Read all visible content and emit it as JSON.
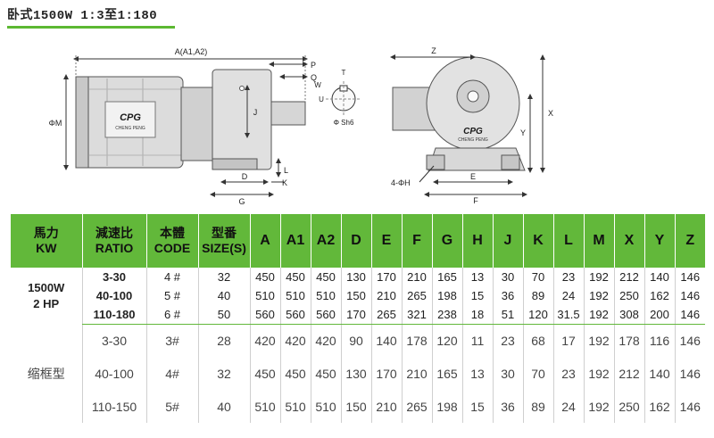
{
  "title": "卧式1500W 1:3至1:180",
  "drawing": {
    "labels": {
      "a": "A(A1,A2)",
      "phi_m": "ΦM",
      "j": "J",
      "d": "D",
      "g": "G",
      "k": "K",
      "l": "L",
      "p": "P",
      "q": "Q",
      "t": "T",
      "w": "W",
      "u": "U",
      "phi_s": "Φ Sh6",
      "z": "Z",
      "x": "X",
      "y": "Y",
      "e": "E",
      "f": "F",
      "hole": "4-ΦH"
    },
    "brand": "CPG",
    "brand_sub": "CHENG PENG"
  },
  "table": {
    "headers": [
      {
        "cn": "馬力",
        "en": "KW"
      },
      {
        "cn": "減速比",
        "en": "RATIO"
      },
      {
        "cn": "本體",
        "en": "CODE"
      },
      {
        "cn": "型番",
        "en": "SIZE(S)"
      },
      {
        "en": "A"
      },
      {
        "en": "A1"
      },
      {
        "en": "A2"
      },
      {
        "en": "D"
      },
      {
        "en": "E"
      },
      {
        "en": "F"
      },
      {
        "en": "G"
      },
      {
        "en": "H"
      },
      {
        "en": "J"
      },
      {
        "en": "K"
      },
      {
        "en": "L"
      },
      {
        "en": "M"
      },
      {
        "en": "X"
      },
      {
        "en": "Y"
      },
      {
        "en": "Z"
      }
    ],
    "group1": {
      "label_line1": "1500W",
      "label_line2": "2 HP",
      "rows": [
        [
          "3-30",
          "4 #",
          "32",
          "450",
          "450",
          "450",
          "130",
          "170",
          "210",
          "165",
          "13",
          "30",
          "70",
          "23",
          "192",
          "212",
          "140",
          "146"
        ],
        [
          "40-100",
          "5 #",
          "40",
          "510",
          "510",
          "510",
          "150",
          "210",
          "265",
          "198",
          "15",
          "36",
          "89",
          "24",
          "192",
          "250",
          "162",
          "146"
        ],
        [
          "110-180",
          "6 #",
          "50",
          "560",
          "560",
          "560",
          "170",
          "265",
          "321",
          "238",
          "18",
          "51",
          "120",
          "31.5",
          "192",
          "308",
          "200",
          "146"
        ]
      ]
    },
    "group2": {
      "label": "缩框型",
      "rows": [
        [
          "3-30",
          "3#",
          "28",
          "420",
          "420",
          "420",
          "90",
          "140",
          "178",
          "120",
          "11",
          "23",
          "68",
          "17",
          "192",
          "178",
          "116",
          "146"
        ],
        [
          "40-100",
          "4#",
          "32",
          "450",
          "450",
          "450",
          "130",
          "170",
          "210",
          "165",
          "13",
          "30",
          "70",
          "23",
          "192",
          "212",
          "140",
          "146"
        ],
        [
          "110-150",
          "5#",
          "40",
          "510",
          "510",
          "510",
          "150",
          "210",
          "265",
          "198",
          "15",
          "36",
          "89",
          "24",
          "192",
          "250",
          "162",
          "146"
        ]
      ]
    }
  }
}
